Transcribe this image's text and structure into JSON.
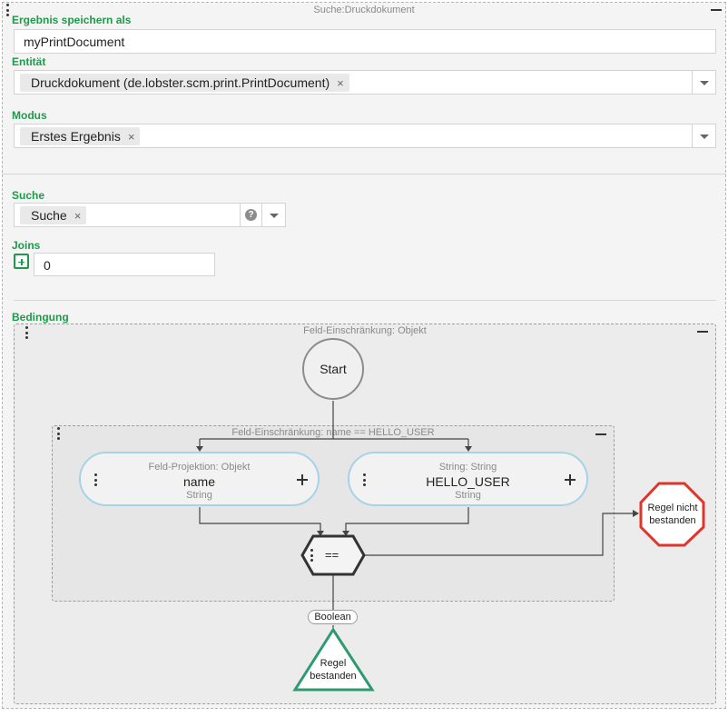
{
  "panel": {
    "title": "Suche:Druckdokument"
  },
  "save_as": {
    "label": "Ergebnis speichern als",
    "value": "myPrintDocument"
  },
  "entity": {
    "label": "Entität",
    "chip": "Druckdokument (de.lobster.scm.print.PrintDocument)",
    "remove": "×"
  },
  "mode": {
    "label": "Modus",
    "chip": "Erstes Ergebnis",
    "remove": "×"
  },
  "search": {
    "label": "Suche",
    "chip": "Suche",
    "remove": "×",
    "help": "?"
  },
  "joins": {
    "label": "Joins",
    "value": "0"
  },
  "condition": {
    "label": "Bedingung",
    "outer_title": "Feld-Einschränkung: Objekt",
    "start": "Start",
    "inner_title": "Feld-Einschränkung: name == HELLO_USER",
    "left_node": {
      "subtitle": "Feld-Projektion: Objekt",
      "name": "name",
      "type": "String"
    },
    "right_node": {
      "subtitle": "String: String",
      "name": "HELLO_USER",
      "type": "String"
    },
    "operator": "==",
    "fail": {
      "line1": "Regel nicht",
      "line2": "bestanden"
    },
    "result_type": "Boolean",
    "pass": {
      "line1": "Regel",
      "line2": "bestanden"
    }
  },
  "colors": {
    "accent": "#1e9a4b",
    "node_border": "#a6d3e6",
    "fail": "#e0352b",
    "pass": "#2e9a72"
  }
}
